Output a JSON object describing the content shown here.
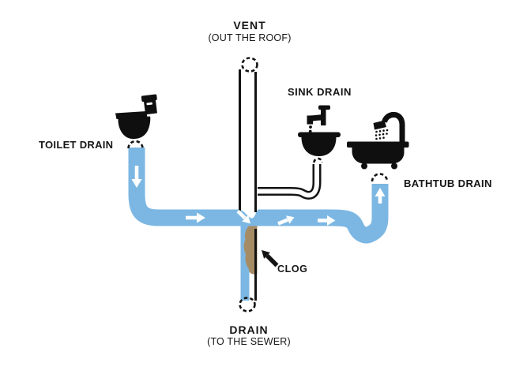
{
  "diagram": {
    "type": "plumbing-drain-clog-diagram",
    "background": "#ffffff",
    "colors": {
      "pipe_water": "#7cb7e3",
      "clog": "#a68c64",
      "ink": "#131313",
      "arrow": "#ffffff"
    },
    "labels": {
      "vent_title": "VENT",
      "vent_subtitle": "(OUT THE ROOF)",
      "sink_drain": "SINK DRAIN",
      "toilet_drain": "TOILET DRAIN",
      "bathtub_drain": "BATHTUB DRAIN",
      "clog": "CLOG",
      "drain_title": "DRAIN",
      "drain_subtitle": "(TO THE SEWER)"
    },
    "fixtures": [
      {
        "name": "toilet",
        "icon": "toilet-icon",
        "label": "TOILET DRAIN",
        "connection": "left vertical drop to main line"
      },
      {
        "name": "sink",
        "icon": "sink-icon",
        "label": "SINK DRAIN",
        "connection": "p-trap into vent stack"
      },
      {
        "name": "bathtub",
        "icon": "bathtub-icon",
        "label": "BATHTUB DRAIN",
        "connection": "right vertical riser from main line"
      }
    ],
    "flow": {
      "arrows": [
        {
          "at": "toilet-drop-pipe",
          "direction": "down"
        },
        {
          "at": "main-line-left",
          "direction": "right"
        },
        {
          "at": "stack-junction",
          "direction": "down-right"
        },
        {
          "at": "main-line-right-start",
          "direction": "up-right"
        },
        {
          "at": "main-line-right",
          "direction": "right"
        },
        {
          "at": "bathtub-riser",
          "direction": "up"
        }
      ],
      "blockage": {
        "label": "CLOG",
        "location": "main drain stack below junction"
      }
    },
    "openings": [
      "vent-top-opening",
      "toilet-outlet-opening",
      "sink-outlet-opening",
      "bathtub-outlet-opening",
      "sewer-drain-opening"
    ]
  }
}
